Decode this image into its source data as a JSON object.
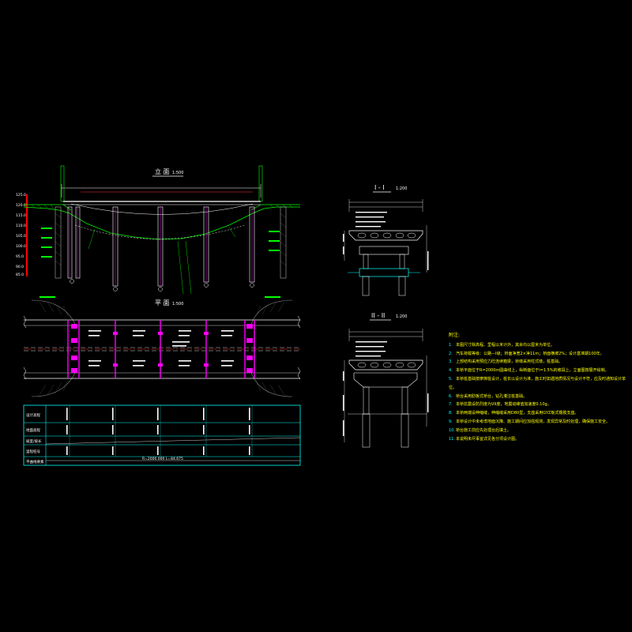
{
  "views": {
    "elevation": {
      "title": "立 面",
      "scale": "1:500"
    },
    "plan": {
      "title": "平 面",
      "scale": "1:500"
    },
    "section1": {
      "title": "I - I",
      "scale": "1:200"
    },
    "section2": {
      "title": "II - II",
      "scale": "1:200"
    }
  },
  "notes": {
    "heading": "附注:",
    "items": [
      "本图尺寸除高程、里程以米计外，其余均以厘米为单位。",
      "汽车荷载等级：公路—I级；桥面净宽2×净11m；桥面横坡2%；设计基准期100年。",
      "上部结构采用预应力砼连续箱梁，桥墩采用柱式墩，桩基础。",
      "本桥平面位于R=2000m圆曲线上，纵断面位于i=1.5%的坡段上，立面图按展开绘制。",
      "本桥桩基础按摩擦桩设计，桩长以设计为准，施工时如遇地质情况与设计不符，应及时通知设计单位。",
      "桥台采用肋板式桥台，钻孔灌注桩基础。",
      "本桥抗震设防烈度为VII度，地震动峰值加速度0.10g。",
      "本桥两端设伸缩缝，伸缩缝采用D80型，支座采用GYZ板式橡胶支座。",
      "本桥设计中未考虑地面沉降、施工期间应加强观测，发现异常及时处理，确保施工安全。",
      "桥台施工前应先处理台后填土。",
      "本说明未尽事宜详见各分项设计图。"
    ]
  },
  "table": {
    "rows": [
      "设计高程",
      "地面高程",
      "坡度/坡长",
      "里程桩号",
      "平曲线要素"
    ],
    "curve_text": "R=2000.000   L=84.675"
  },
  "elev_axis_labels": [
    "125.0",
    "120.0",
    "115.0",
    "110.0",
    "105.0",
    "100.0",
    "95.0",
    "90.0",
    "85.0"
  ]
}
